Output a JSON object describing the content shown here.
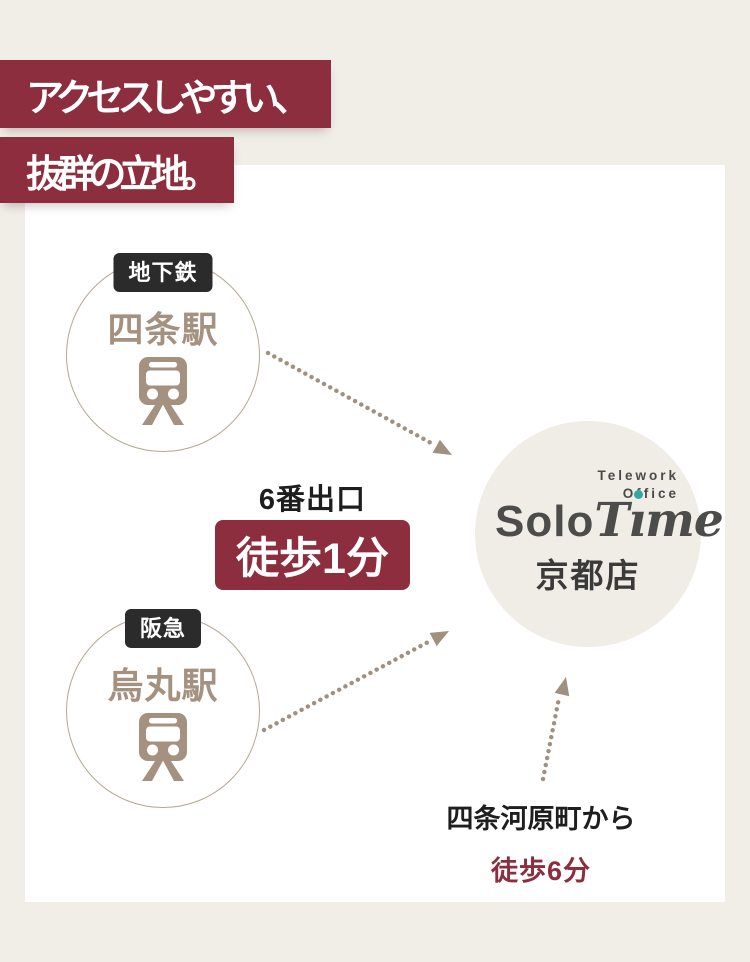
{
  "colors": {
    "background": "#f1ede7",
    "card": "#ffffff",
    "accent_maroon": "#8c2e3d",
    "station_brown": "#a5917f",
    "arrow_brown": "#a09080",
    "badge_black": "#2b2b2b",
    "logo_gray": "#4c4c4a",
    "logo_teal_dot": "#2fa9a2",
    "dest_circle_bg": "#f0ede7",
    "text_dark": "#1e1e1e"
  },
  "heading": {
    "line1": "アクセスしやすい、",
    "line2": "抜群の立地。"
  },
  "stations": [
    {
      "badge": "地下鉄",
      "name": "四条駅",
      "icon": "train-icon"
    },
    {
      "badge": "阪急",
      "name": "烏丸駅",
      "icon": "train-icon"
    }
  ],
  "route": {
    "exit": "6番出口",
    "walk": "徒歩1分"
  },
  "destination": {
    "tagline_line1": "Telework",
    "tagline_line2": "Office",
    "brand_solo": "Solo",
    "brand_t": "T",
    "brand_i": "ı",
    "brand_me": "me",
    "store": "京都店"
  },
  "footnote": {
    "from": "四条河原町から",
    "walk": "徒歩6分"
  }
}
